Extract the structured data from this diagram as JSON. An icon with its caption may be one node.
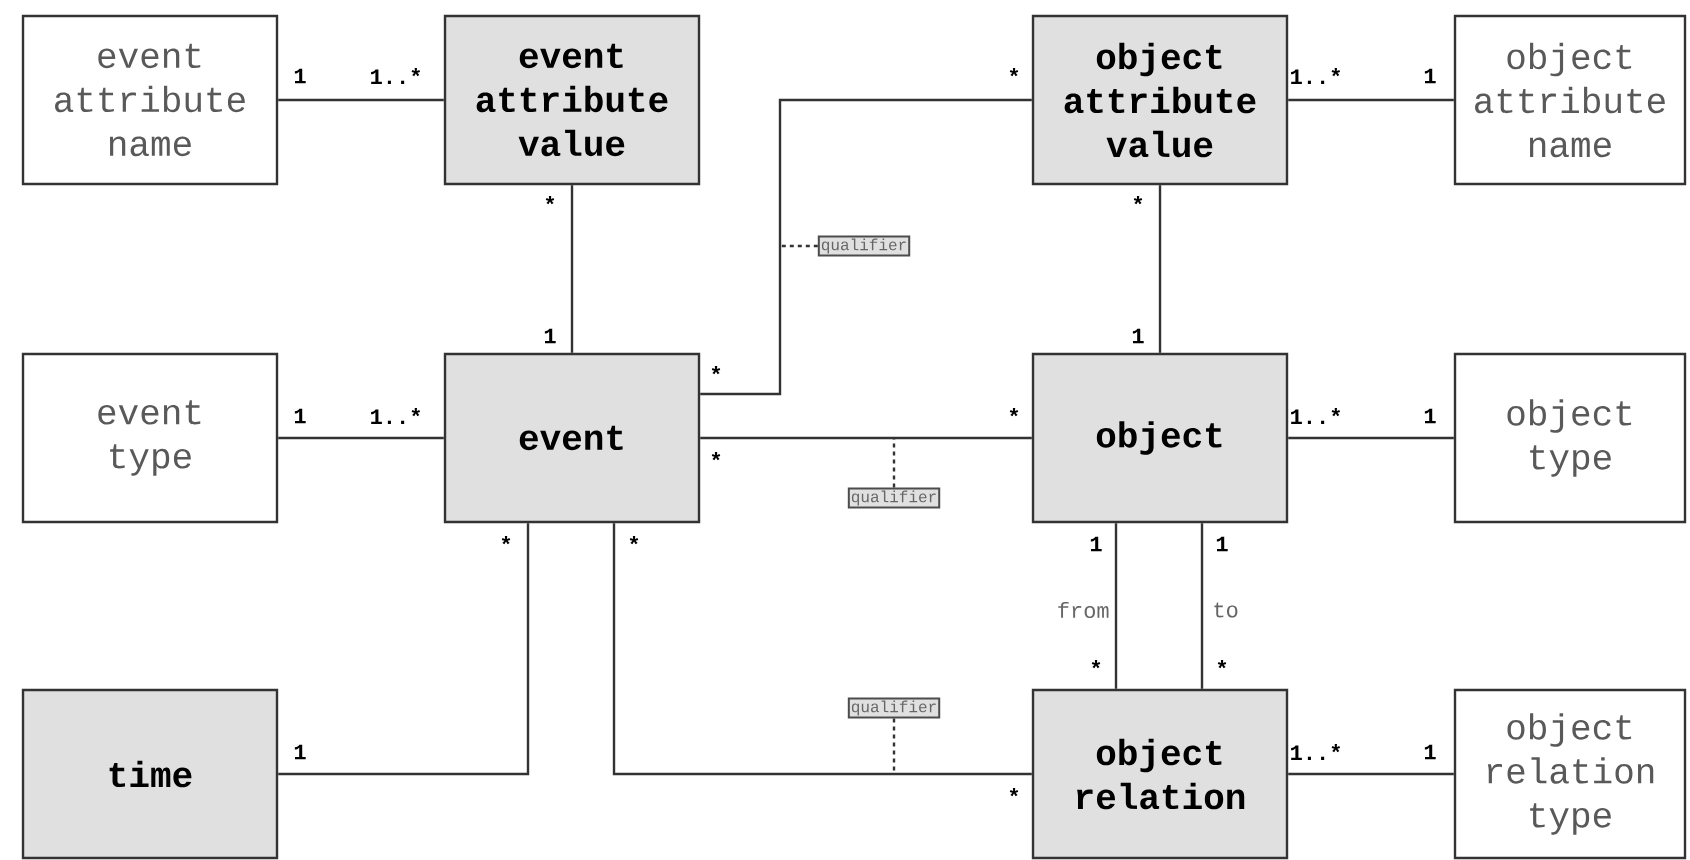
{
  "diagram": {
    "nodes": [
      {
        "text": [
          "event attribute name"
        ]
      },
      {
        "text": [
          "event attribute value"
        ]
      },
      {
        "text": [
          "object attribute value"
        ]
      },
      {
        "text": [
          "object attribute name"
        ]
      },
      {
        "text": [
          "event type"
        ]
      },
      {
        "text": [
          "event"
        ]
      },
      {
        "text": [
          "object"
        ]
      },
      {
        "text": [
          "object type"
        ]
      },
      {
        "text": [
          "time"
        ]
      },
      {
        "text": [
          "object relation"
        ]
      },
      {
        "text": [
          "object relation type"
        ]
      },
      {
        "text": [
          "qualifier"
        ]
      },
      {
        "text": [
          "qualifier"
        ]
      },
      {
        "text": [
          "qualifier"
        ]
      }
    ],
    "edges": [
      {
        "from": 0,
        "to": 1,
        "arrow": "none"
      },
      {
        "from": 2,
        "to": 3,
        "arrow": "none"
      },
      {
        "from": 1,
        "to": 5,
        "arrow": "none"
      },
      {
        "from": 5,
        "to": 2,
        "arrow": "none"
      },
      {
        "from": 2,
        "to": 6,
        "arrow": "none"
      },
      {
        "from": 4,
        "to": 5,
        "arrow": "none"
      },
      {
        "from": 5,
        "to": 6,
        "arrow": "none"
      },
      {
        "from": 6,
        "to": 7,
        "arrow": "none"
      },
      {
        "from": 8,
        "to": 5,
        "arrow": "none"
      },
      {
        "from": 5,
        "to": 9,
        "arrow": "none"
      },
      {
        "from": 6,
        "to": 9,
        "arrow": "none",
        "label": "from"
      },
      {
        "from": 6,
        "to": 9,
        "arrow": "none",
        "label": "to"
      },
      {
        "from": 9,
        "to": 10,
        "arrow": "none"
      },
      {
        "from": 11,
        "to": null,
        "arrow": "none",
        "style": "dashed"
      },
      {
        "from": 12,
        "to": null,
        "arrow": "none",
        "style": "dashed"
      },
      {
        "from": 13,
        "to": null,
        "arrow": "none",
        "style": "dashed"
      }
    ],
    "labels": [
      "1",
      "1..*",
      "*",
      "1..*",
      "1",
      "*",
      "*",
      "1",
      "1",
      "*",
      "1",
      "1..*",
      "*",
      "1..*",
      "1",
      "*",
      "*",
      "*",
      "1",
      "1",
      "*",
      "*",
      "1",
      "1..*",
      "1",
      "*"
    ]
  }
}
